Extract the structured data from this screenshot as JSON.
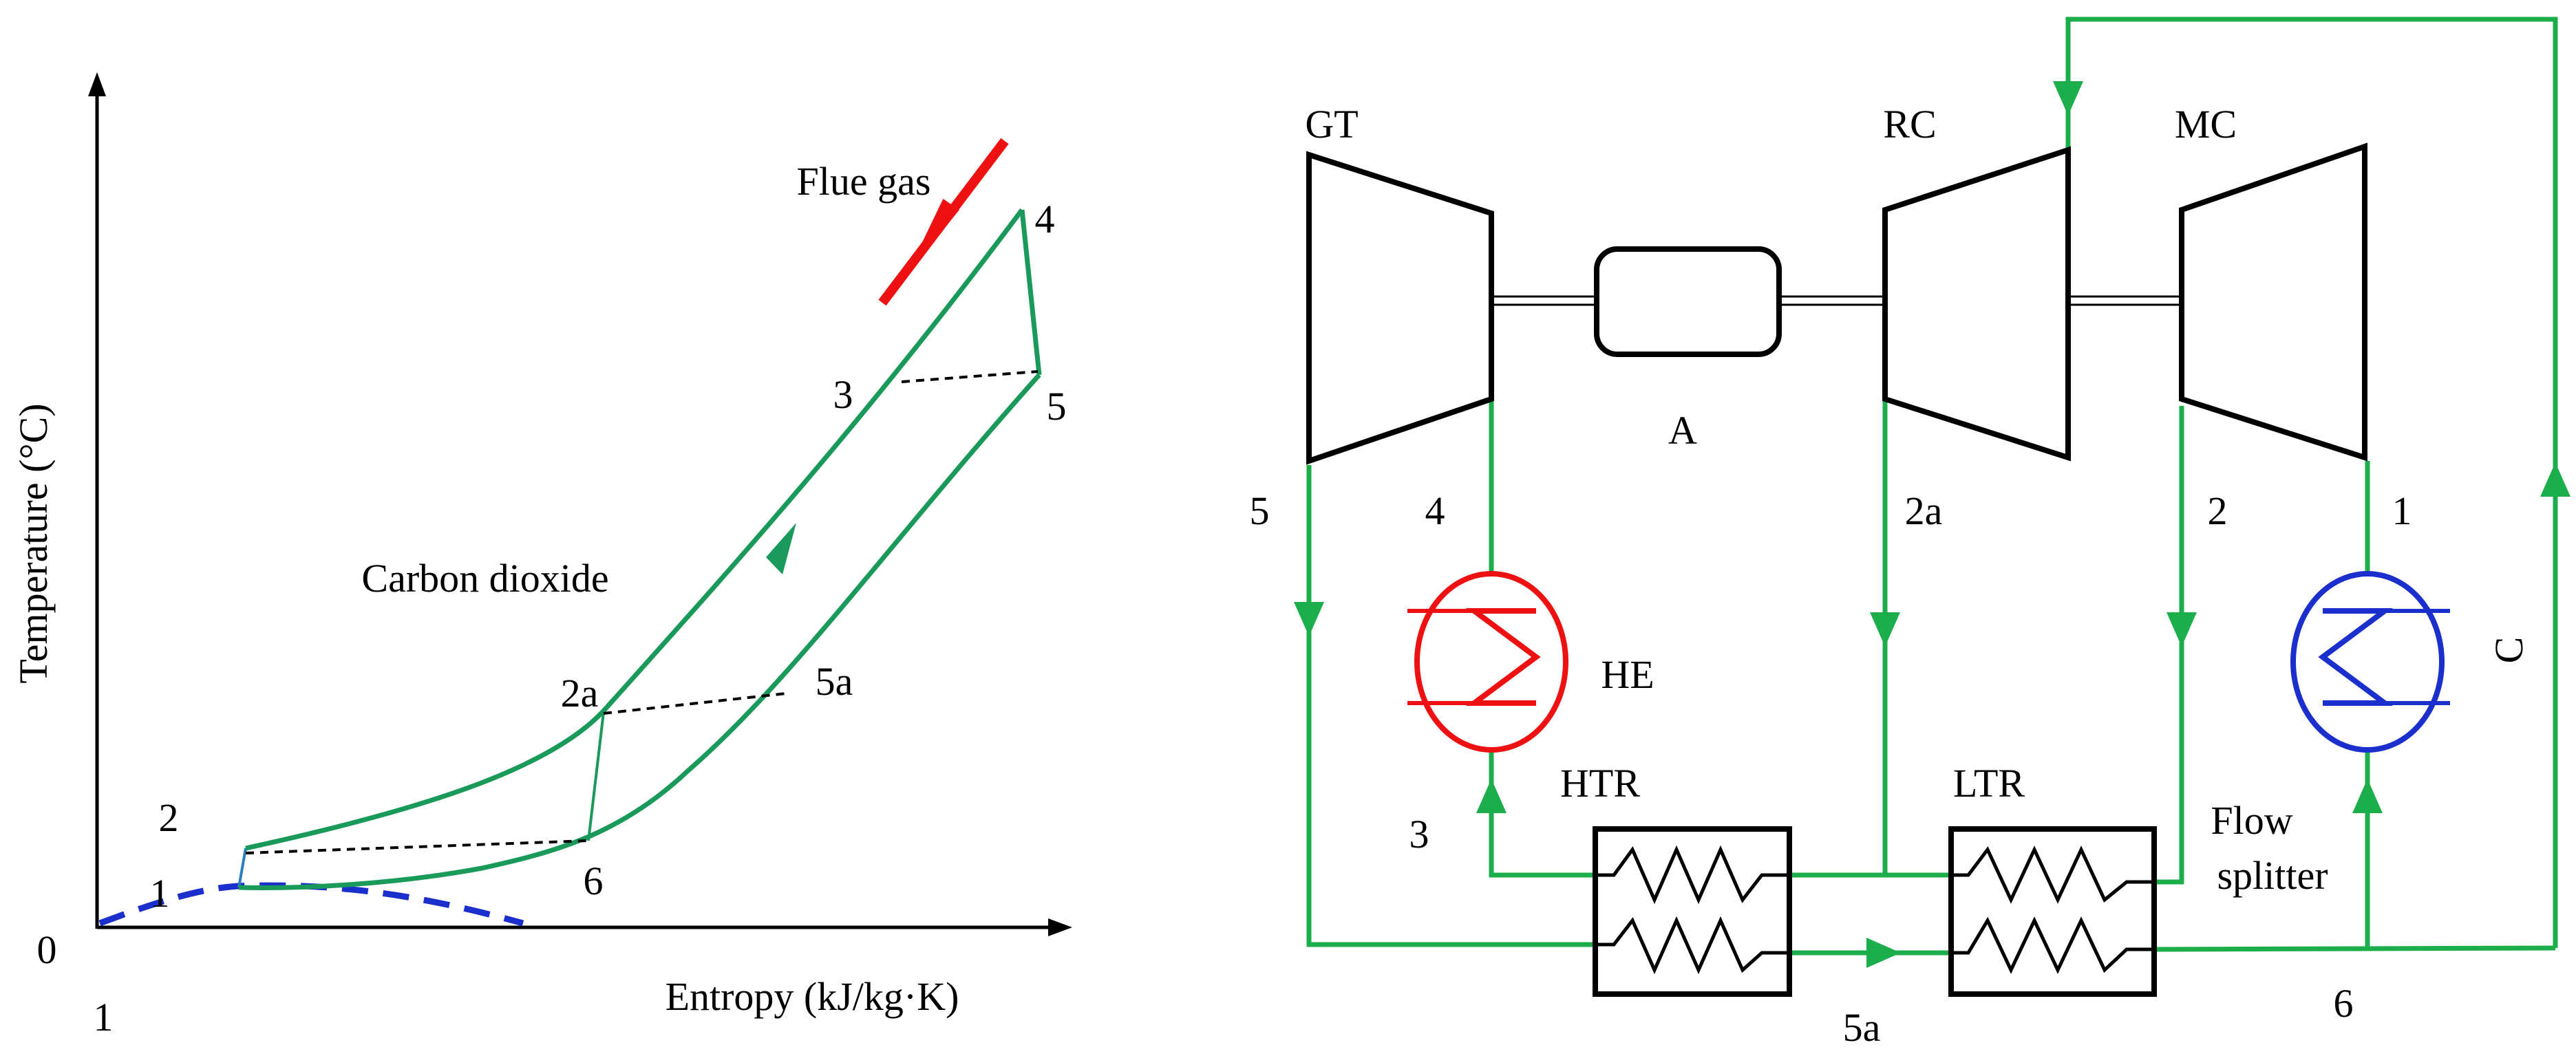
{
  "ts_diagram": {
    "y_axis_label": "Temperature (°C)",
    "x_axis_label": "Entropy (kJ/kg·K)",
    "origin_label": "0",
    "below_origin_label": "1",
    "fluid_label": "Carbon dioxide",
    "heat_source_label": "Flue gas",
    "state_labels": {
      "s1": "1",
      "s2": "2",
      "s2a": "2a",
      "s3": "3",
      "s4": "4",
      "s5": "5",
      "s5a": "5a",
      "s6": "6"
    }
  },
  "cycle_diagram": {
    "components": {
      "gas_turbine": "GT",
      "recompressor": "RC",
      "main_compressor": "MC",
      "alternator": "A",
      "heater": "HE",
      "high_temp_recuperator": "HTR",
      "low_temp_recuperator": "LTR",
      "cooler": "C",
      "flow_splitter": "Flow\nsplitter",
      "flow_splitter_line1": "Flow",
      "flow_splitter_line2": "splitter"
    },
    "state_labels": {
      "s1": "1",
      "s2": "2",
      "s2a": "2a",
      "s3": "3",
      "s4": "4",
      "s5": "5",
      "s5a": "5a",
      "s6": "6"
    }
  },
  "colors": {
    "co2_stream": "#1aa84a",
    "flue_gas": "#ee1111",
    "heater": "#ee1111",
    "cooler": "#1a2fcc",
    "saturation_dome": "#1a2fcc",
    "equipment": "#000000"
  },
  "icons": [
    "arrow-icon",
    "heat-exchanger-coil-icon",
    "zigzag-coil-icon"
  ]
}
